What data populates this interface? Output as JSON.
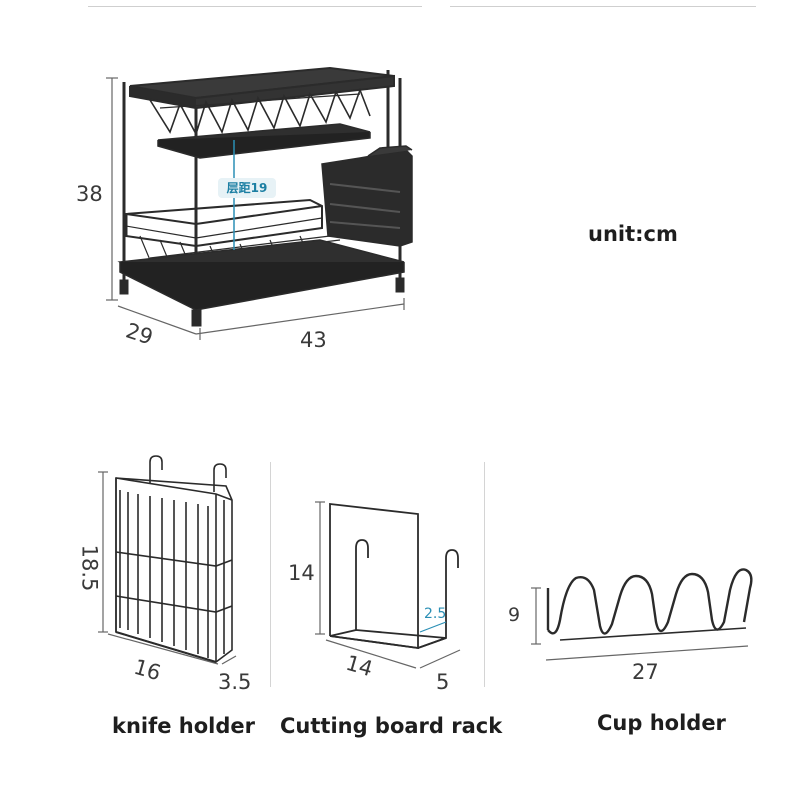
{
  "unit_label": "unit:cm",
  "main_rack": {
    "height": "38",
    "depth": "29",
    "width": "43",
    "tier_tag": "层距19"
  },
  "knife_holder": {
    "caption": "knife holder",
    "height": "18.5",
    "width": "16",
    "depth": "3.5"
  },
  "cutting_board_rack": {
    "caption": "Cutting board rack",
    "height": "14",
    "width": "14",
    "depth": "5",
    "gap": "2.5"
  },
  "cup_holder": {
    "caption": "Cup holder",
    "height": "9",
    "width": "27"
  },
  "colors": {
    "product": "#2b2b2b",
    "dimension_line": "#555555",
    "accent": "#2a8fb5"
  }
}
